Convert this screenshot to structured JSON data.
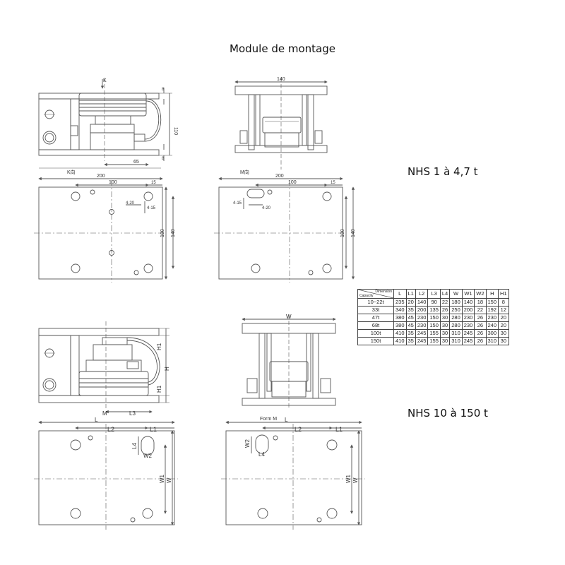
{
  "title": "Module de montage",
  "series_small": "NHS 1 à 4,7 t",
  "series_large": "NHS 10 à 150 t",
  "drawing_small": {
    "side_view": {
      "view_marker": "K",
      "dim_height": "110",
      "dim_65": "65",
      "dim_8_top": "8",
      "dim_8_bottom": "8",
      "section_label": "K向"
    },
    "front_view": {
      "dim_width": "140",
      "section_label": "M向"
    },
    "plan_left": {
      "dim_200": "200",
      "dim_100": "100",
      "dim_15": "15",
      "dim_slot": "4-20",
      "dim_hole": "4-15",
      "dim_100v": "100",
      "dim_140v": "140"
    },
    "plan_right": {
      "dim_200": "200",
      "dim_100": "100",
      "dim_15": "15",
      "dim_hole": "4-15",
      "dim_slot": "4-20",
      "dim_100v": "100",
      "dim_140v": "140"
    }
  },
  "drawing_large": {
    "side_view": {
      "h1_top": "H1",
      "h": "H",
      "h1_bottom": "H1",
      "m": "M",
      "l3": "L3"
    },
    "front_view": {
      "w": "W"
    },
    "plan_left": {
      "l": "L",
      "l2": "L2",
      "l1": "L1",
      "l4": "L4",
      "w2": "W2",
      "w1": "W1",
      "w": "W"
    },
    "plan_right": {
      "form": "Form M",
      "l": "L",
      "l2": "L2",
      "l1": "L1",
      "w2": "W2",
      "l4": "L4",
      "w1": "W1",
      "w": "W"
    }
  },
  "dimension_table": {
    "corner_top": "Dimension",
    "corner_bottom": "Capacity",
    "columns": [
      "L",
      "L1",
      "L2",
      "L3",
      "L4",
      "W",
      "W1",
      "W2",
      "H",
      "H1"
    ],
    "rows": [
      {
        "capacity": "10~22t",
        "values": [
          "235",
          "20",
          "140",
          "90",
          "22",
          "180",
          "140",
          "18",
          "150",
          "8"
        ]
      },
      {
        "capacity": "33t",
        "values": [
          "340",
          "35",
          "200",
          "135",
          "26",
          "250",
          "200",
          "22",
          "192",
          "12"
        ]
      },
      {
        "capacity": "47t",
        "values": [
          "380",
          "45",
          "230",
          "150",
          "30",
          "280",
          "230",
          "26",
          "230",
          "20"
        ]
      },
      {
        "capacity": "68t",
        "values": [
          "380",
          "45",
          "230",
          "150",
          "30",
          "280",
          "230",
          "26",
          "240",
          "20"
        ]
      },
      {
        "capacity": "100t",
        "values": [
          "410",
          "35",
          "245",
          "155",
          "30",
          "310",
          "245",
          "26",
          "300",
          "30"
        ]
      },
      {
        "capacity": "150t",
        "values": [
          "410",
          "35",
          "245",
          "155",
          "30",
          "310",
          "245",
          "26",
          "310",
          "30"
        ]
      }
    ]
  }
}
